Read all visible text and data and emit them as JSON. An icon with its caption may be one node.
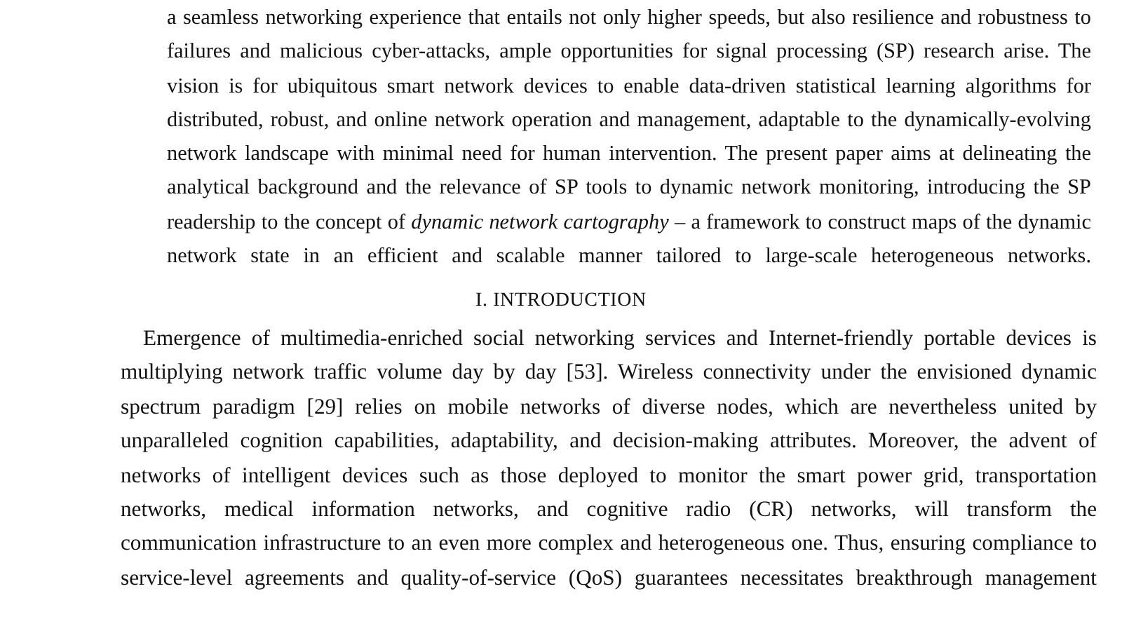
{
  "diagram": {
    "labels": [
      "a seamless networking experience that entails not only higher speeds, but also resilience and robustness to failures and malicious cyber-attacks, ample opportunities for signal processing (SP) research arise. The vision is for ubiquitous smart network devices to enable data-driven statistical learning algorithms for distributed, robust, and online network operation and management, adaptable to the dynamically-evolving network landscape with minimal need for human intervention. The present paper aims at delineating the analytical background and the relevance of SP tools to dynamic network monitoring, introducing the SP readership to the concept of *dynamic network cartography* – a framework to construct maps of the dynamic network state in an efficient and scalable manner tailored to large-scale heterogeneous networks.",
      "I. INTRODUCTION",
      "Emergence of multimedia-enriched social networking services and Internet-friendly portable devices is multiplying network traffic volume day by day [53]. Wireless connectivity under the envisioned dynamic spectrum paradigm [29] relies on mobile networks of diverse nodes, which are nevertheless united by unparalleled cognition capabilities, adaptability, and decision-making attributes. Moreover, the advent of networks of intelligent devices such as those deployed to monitor the smart power grid, transportation networks, medical information networks, and cognitive radio (CR) networks, will transform the communication infrastructure to an even more complex and heterogeneous one. Thus, ensuring compliance to service-level agreements and quality-of-service (QoS) guarantees necessitates breakthrough management"
    ]
  }
}
